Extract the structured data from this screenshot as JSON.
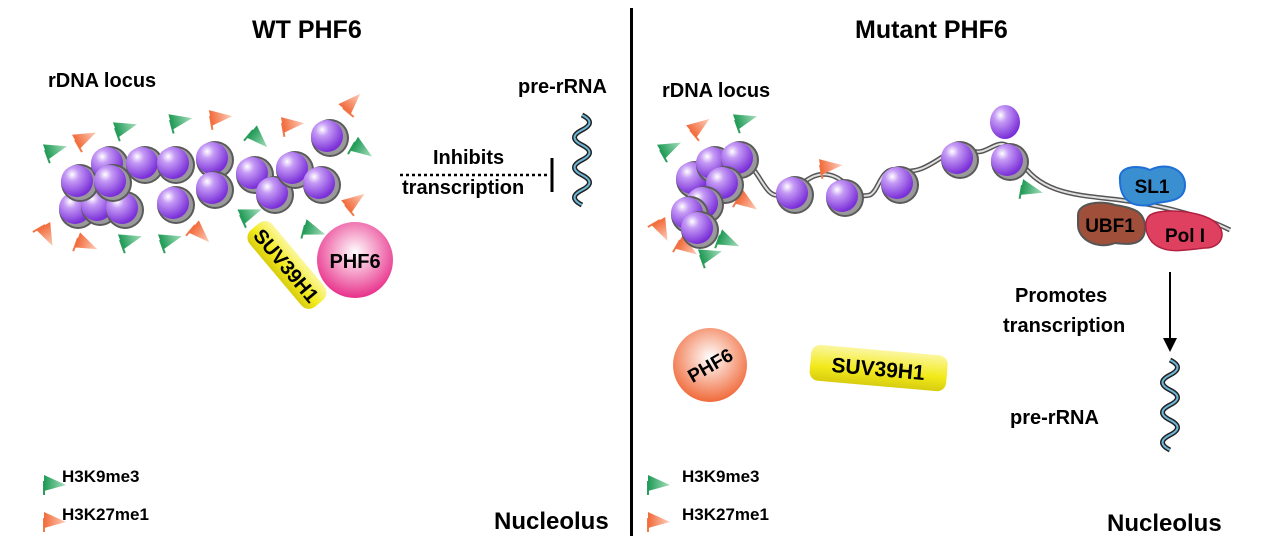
{
  "left_panel": {
    "title": "WT PHF6",
    "rdna_label": "rDNA locus",
    "prerrna_label": "pre-rRNA",
    "inhibit_label_line1": "Inhibits",
    "inhibit_label_line2": "transcription",
    "suv39h1_label": "SUV39H1",
    "phf6_label": "PHF6",
    "nucleolus_label": "Nucleolus",
    "legend": [
      {
        "label": "H3K9me3",
        "color": "#2e9e5e"
      },
      {
        "label": "H3K27me1",
        "color": "#f07a4a"
      }
    ]
  },
  "right_panel": {
    "title": "Mutant PHF6",
    "rdna_label": "rDNA locus",
    "sl1_label": "SL1",
    "ubf1_label": "UBF1",
    "pol1_label": "Pol I",
    "promote_label_line1": "Promotes",
    "promote_label_line2": "transcription",
    "prerrna_label": "pre-rRNA",
    "phf6_label": "PHF6",
    "suv39h1_label": "SUV39H1",
    "nucleolus_label": "Nucleolus",
    "legend": [
      {
        "label": "H3K9me3",
        "color": "#2e9e5e"
      },
      {
        "label": "H3K27me1",
        "color": "#f07a4a"
      }
    ]
  },
  "colors": {
    "nucleosome": "#8a3fe0",
    "phf6_wt": "#e8308a",
    "phf6_mutant": "#f06a3a",
    "suv39h1": "#f2ea1a",
    "sl1": "#3a8fd0",
    "ubf1": "#a0503a",
    "pol1": "#e04060"
  }
}
